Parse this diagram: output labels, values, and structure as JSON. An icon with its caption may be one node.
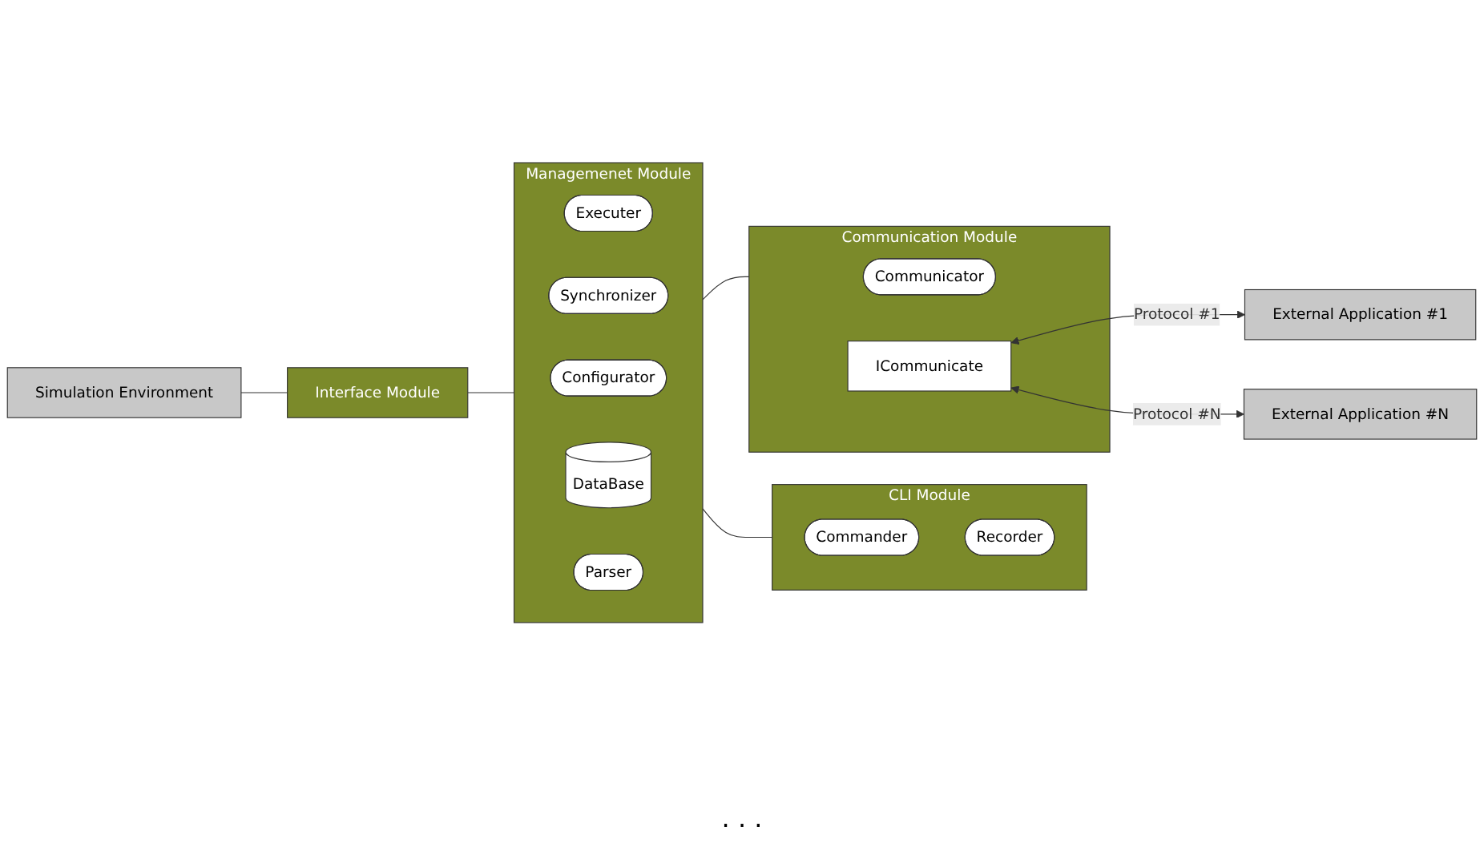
{
  "diagram": {
    "nodes": [
      {
        "text": [
          "Simulation Environment"
        ]
      },
      {
        "text": [
          "Interface Module"
        ]
      },
      {
        "text": [
          "Managemenet Module"
        ]
      },
      {
        "text": [
          "Executer"
        ],
        "in": 2
      },
      {
        "text": [
          "Synchronizer"
        ],
        "in": 2
      },
      {
        "text": [
          "Configurator"
        ],
        "in": 2
      },
      {
        "text": [
          "DataBase"
        ],
        "in": 2
      },
      {
        "text": [
          "Parser"
        ],
        "in": 2
      },
      {
        "text": [
          "CLI Module"
        ]
      },
      {
        "text": [
          "Commander"
        ],
        "in": 8
      },
      {
        "text": [
          "Recorder"
        ],
        "in": 8
      },
      {
        "text": [
          "Communication Module"
        ]
      },
      {
        "text": [
          "Communicator"
        ],
        "in": 11
      },
      {
        "text": [
          "ICommunicate"
        ],
        "in": 11
      },
      {
        "text": [
          "External Application #1"
        ]
      },
      {
        "text": [
          "External Application #N"
        ]
      }
    ],
    "edges": [
      {
        "from": 0,
        "to": 1,
        "arrow": "none"
      },
      {
        "from": 1,
        "to": 2,
        "arrow": "none"
      },
      {
        "from": 2,
        "to": 8,
        "arrow": "none"
      },
      {
        "from": 2,
        "to": 11,
        "arrow": "none"
      },
      {
        "from": 13,
        "to": 14,
        "arrow": "both",
        "label": "Protocol #1"
      },
      {
        "from": 13,
        "to": 15,
        "arrow": "both",
        "label": "Protocol #N"
      }
    ],
    "labels": [
      ". . ."
    ]
  }
}
